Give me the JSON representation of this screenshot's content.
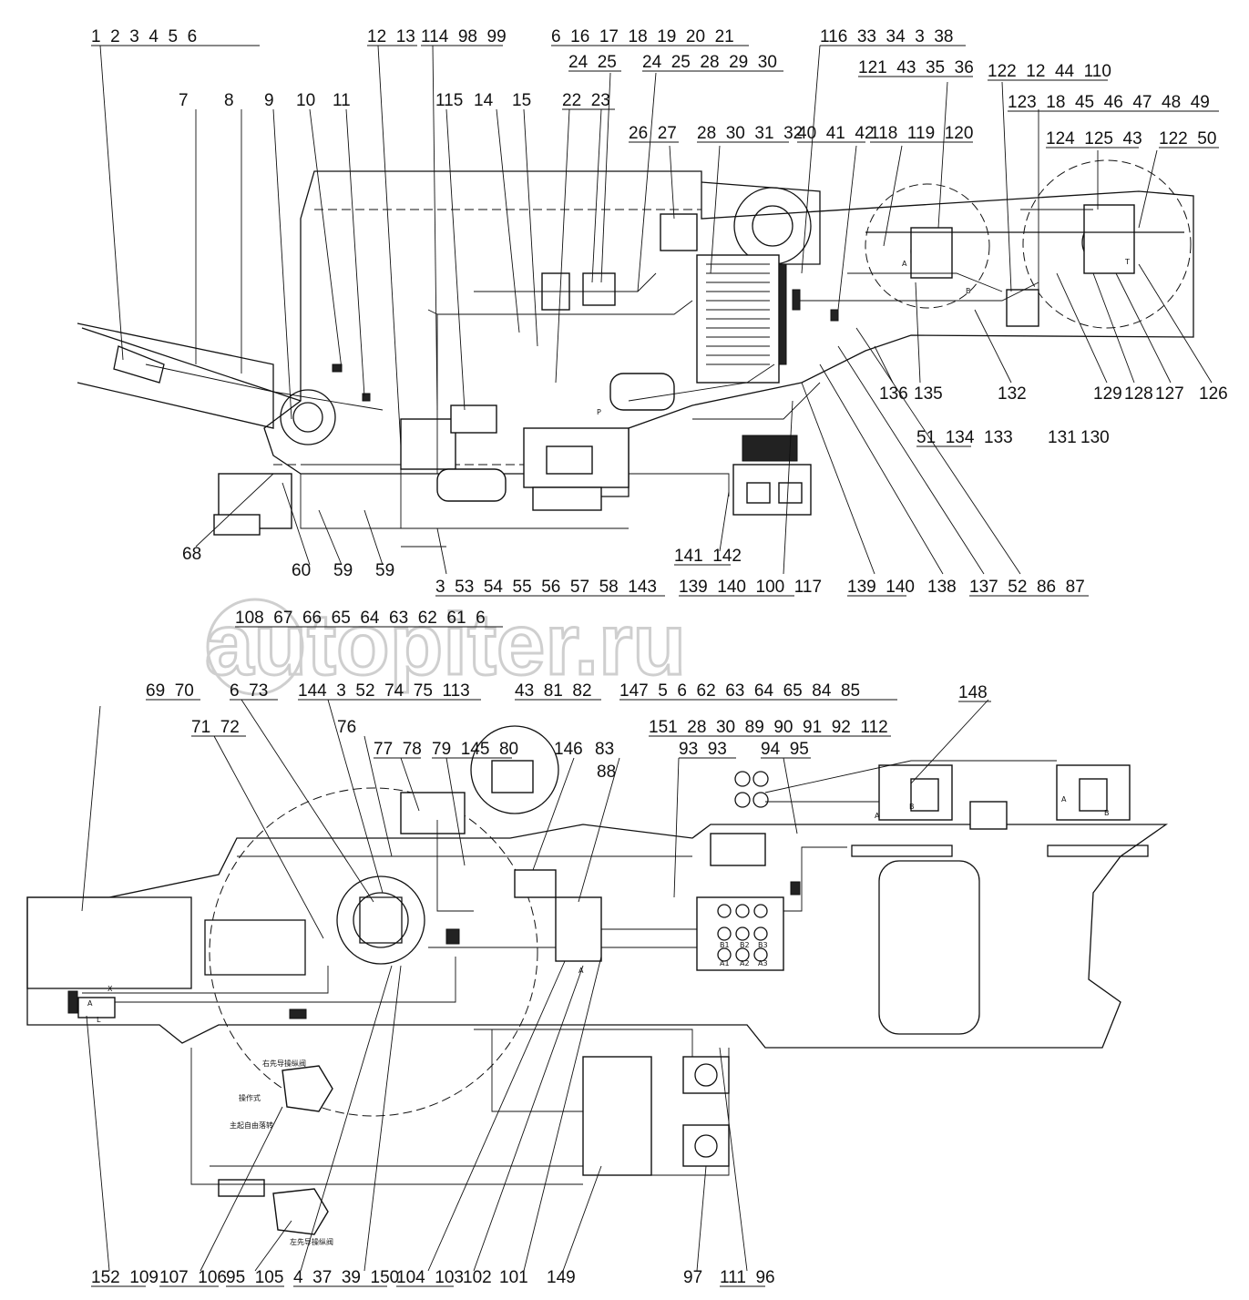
{
  "watermark": "autopiter.ru",
  "annotations": {
    "top_view_right_pilot_valve": "右先导操纵阀",
    "top_view_free_fall": "主起自由落转",
    "top_view_left_pilot_valve": "左先导操纵阀",
    "top_view_small_label": "操作式"
  },
  "callouts": {
    "top": [
      {
        "id": "t1",
        "text": "1  2  3  4  5  6"
      },
      {
        "id": "t2",
        "text": "12  13"
      },
      {
        "id": "t3",
        "text": "114  98  99"
      },
      {
        "id": "t4",
        "text": "6  16  17  18  19  20  21"
      },
      {
        "id": "t5",
        "text": "24  25"
      },
      {
        "id": "t6",
        "text": "24  25  28  29  30"
      },
      {
        "id": "t7",
        "text": "116  33  34  3  38"
      },
      {
        "id": "t8",
        "text": "121  43  35  36"
      },
      {
        "id": "t9",
        "text": "122  12  44  110"
      },
      {
        "id": "t10",
        "text": "123  18  45  46  47  48  49"
      },
      {
        "id": "t11",
        "text": "7"
      },
      {
        "id": "t12",
        "text": "8"
      },
      {
        "id": "t13",
        "text": "9"
      },
      {
        "id": "t14",
        "text": "10"
      },
      {
        "id": "t15",
        "text": "11"
      },
      {
        "id": "t16",
        "text": "115"
      },
      {
        "id": "t17",
        "text": "14"
      },
      {
        "id": "t18",
        "text": "15"
      },
      {
        "id": "t19",
        "text": "22  23"
      },
      {
        "id": "t20",
        "text": "26  27"
      },
      {
        "id": "t21",
        "text": "28  30  31  32"
      },
      {
        "id": "t22",
        "text": "40  41  42"
      },
      {
        "id": "t23",
        "text": "118  119  120"
      },
      {
        "id": "t24",
        "text": "124  125  43"
      },
      {
        "id": "t25",
        "text": "122  50"
      },
      {
        "id": "t26",
        "text": "136"
      },
      {
        "id": "t27",
        "text": "135"
      },
      {
        "id": "t28",
        "text": "132"
      },
      {
        "id": "t29",
        "text": "129"
      },
      {
        "id": "t30",
        "text": "128"
      },
      {
        "id": "t31",
        "text": "127"
      },
      {
        "id": "t32",
        "text": "126"
      },
      {
        "id": "t33",
        "text": "51  134"
      },
      {
        "id": "t34",
        "text": "133"
      },
      {
        "id": "t35",
        "text": "131"
      },
      {
        "id": "t36",
        "text": "130"
      },
      {
        "id": "t37",
        "text": "68"
      },
      {
        "id": "t38",
        "text": "60"
      },
      {
        "id": "t39",
        "text": "59"
      },
      {
        "id": "t40",
        "text": "59"
      },
      {
        "id": "t41",
        "text": "141  142"
      },
      {
        "id": "t42",
        "text": "3  53  54  55  56  57  58  143"
      },
      {
        "id": "t43",
        "text": "139  140  100  117"
      },
      {
        "id": "t44",
        "text": "139  140"
      },
      {
        "id": "t45",
        "text": "138"
      },
      {
        "id": "t46",
        "text": "137  52  86  87"
      }
    ],
    "middle": [
      {
        "id": "m1",
        "text": "108  67  66  65  64  63  62  61  6"
      },
      {
        "id": "m2",
        "text": "69  70"
      },
      {
        "id": "m3",
        "text": "6  73"
      },
      {
        "id": "m4",
        "text": "144  3  52  74  75  113"
      },
      {
        "id": "m5",
        "text": "43  81  82"
      },
      {
        "id": "m6",
        "text": "147  5  6  62  63  64  65  84  85"
      },
      {
        "id": "m7",
        "text": "148"
      },
      {
        "id": "m8",
        "text": "71  72"
      },
      {
        "id": "m9",
        "text": "76"
      },
      {
        "id": "m10",
        "text": "77  78"
      },
      {
        "id": "m11",
        "text": "79  145  80"
      },
      {
        "id": "m12",
        "text": "146"
      },
      {
        "id": "m13",
        "text": "83"
      },
      {
        "id": "m14",
        "text": "151  28  30  89  90  91  92  112"
      },
      {
        "id": "m15",
        "text": "88"
      },
      {
        "id": "m16",
        "text": "93  93"
      },
      {
        "id": "m17",
        "text": "94  95"
      }
    ],
    "bottom": [
      {
        "id": "b1",
        "text": "152  109"
      },
      {
        "id": "b2",
        "text": "107  106"
      },
      {
        "id": "b3",
        "text": "95  105"
      },
      {
        "id": "b4",
        "text": "4  37  39  150"
      },
      {
        "id": "b5",
        "text": "104  103"
      },
      {
        "id": "b6",
        "text": "102"
      },
      {
        "id": "b7",
        "text": "101"
      },
      {
        "id": "b8",
        "text": "149"
      },
      {
        "id": "b9",
        "text": "97"
      },
      {
        "id": "b10",
        "text": "111  96"
      }
    ]
  },
  "port_labels": [
    "A",
    "B",
    "P",
    "T",
    "X",
    "L",
    "A1",
    "B1",
    "A2",
    "B2",
    "A3",
    "B3"
  ]
}
